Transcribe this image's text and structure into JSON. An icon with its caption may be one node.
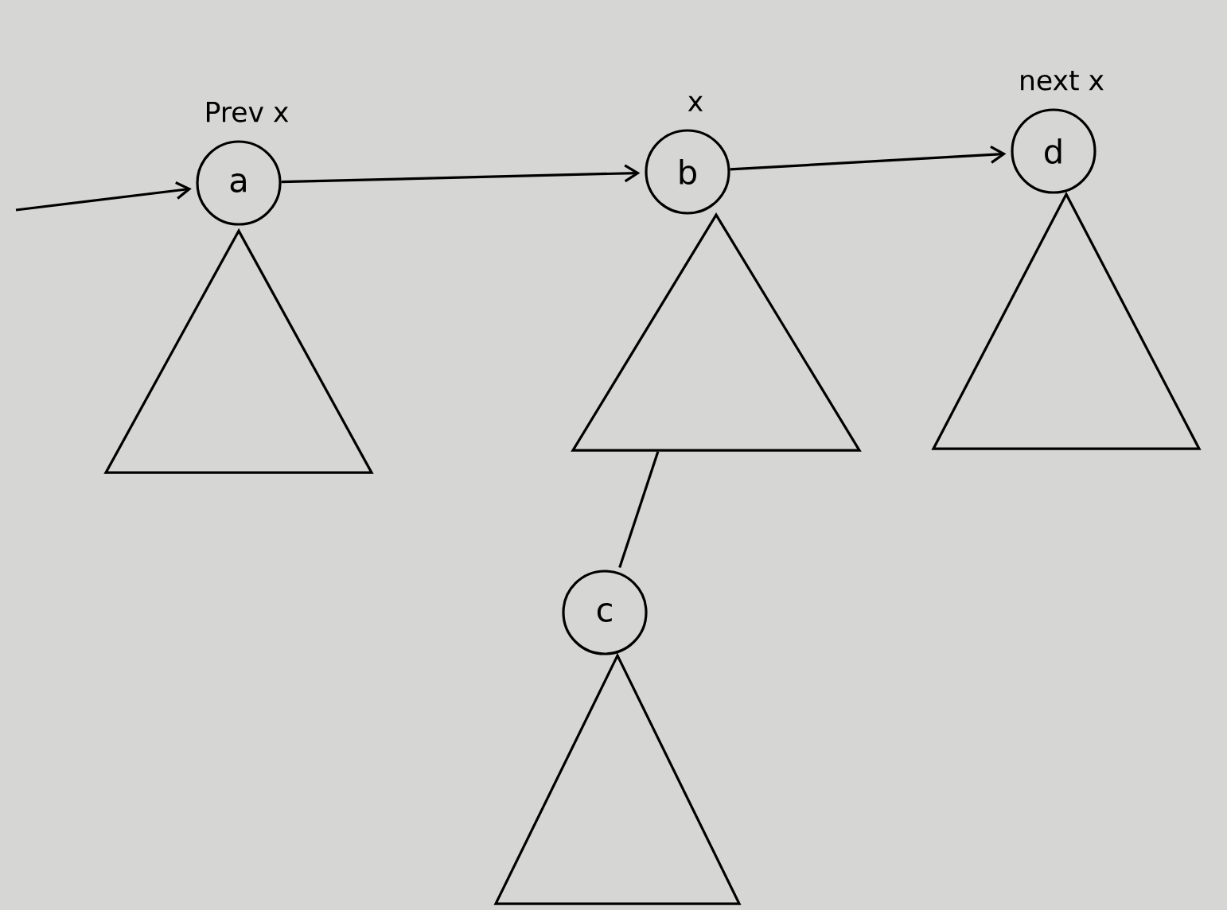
{
  "diagram": {
    "nodes": [
      {
        "text": [
          "a"
        ],
        "beside": [
          "Prev x"
        ]
      },
      {
        "text": [],
        "shape": "triangle"
      },
      {
        "text": [
          "b"
        ],
        "beside": [
          "x"
        ]
      },
      {
        "text": [],
        "shape": "triangle"
      },
      {
        "text": [
          "d"
        ],
        "beside": [
          "next x"
        ]
      },
      {
        "text": [],
        "shape": "triangle"
      },
      {
        "text": [
          "c"
        ]
      },
      {
        "text": [],
        "shape": "triangle"
      }
    ],
    "edges": [
      {
        "from": null,
        "to": 0,
        "arrow": "to"
      },
      {
        "from": 0,
        "to": 2,
        "arrow": "to"
      },
      {
        "from": 2,
        "to": 4,
        "arrow": "to"
      },
      {
        "from": 3,
        "to": 6,
        "arrow": "none"
      }
    ]
  }
}
